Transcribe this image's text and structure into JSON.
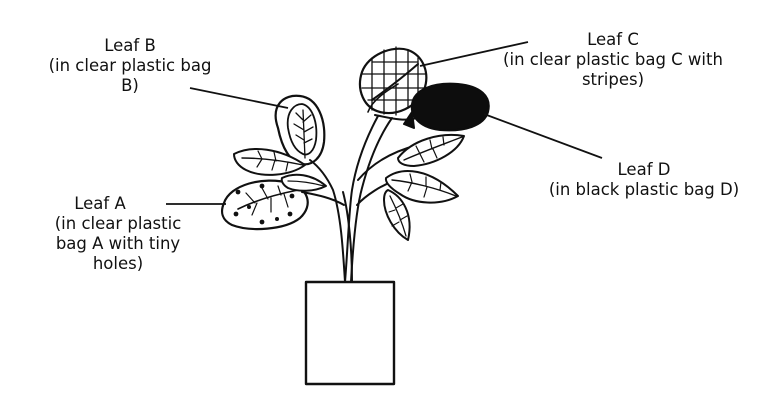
{
  "labels": {
    "leaf_b": {
      "title": "Leaf B",
      "line1": "(in clear plastic bag",
      "line2": "B)"
    },
    "leaf_c": {
      "title": "Leaf C",
      "line1": "(in clear plastic bag C with",
      "line2": "stripes)"
    },
    "leaf_a": {
      "title": "Leaf A",
      "line1": "(in clear plastic",
      "line2": "bag A with tiny",
      "line3": "holes)"
    },
    "leaf_d": {
      "title": "Leaf D",
      "line1": "(in black plastic bag D)"
    }
  },
  "colors": {
    "ink": "#111111",
    "bag_d": "#0d0d0d",
    "background": "#ffffff"
  }
}
